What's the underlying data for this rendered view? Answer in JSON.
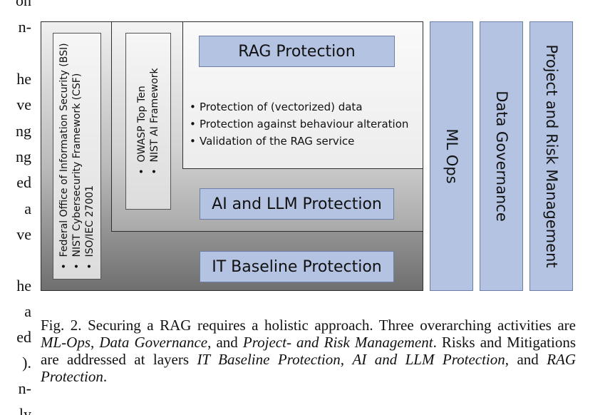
{
  "left_fragments": [
    "on",
    "n-",
    "he",
    "ve",
    "ng",
    "ng",
    "ed",
    "a",
    "ve",
    "he",
    "a",
    "ed",
    ").",
    "n-",
    "ly"
  ],
  "layers": {
    "it_baseline": {
      "label": "IT Baseline Protection"
    },
    "ai_llm": {
      "label": "AI and LLM Protection"
    },
    "rag": {
      "label": "RAG Protection"
    }
  },
  "standards_outer": [
    "Federal Office of Information Security (BSI)",
    "NIST Cybersecurity Framework (CSF)",
    "ISO/IEC 27001"
  ],
  "standards_mid": [
    "OWASP Top Ten",
    "NIST AI Framework"
  ],
  "rag_bullets": [
    "Protection of (vectorized) data",
    "Protection against behaviour alteration",
    "Validation of the RAG service"
  ],
  "activities": [
    "ML Ops",
    "Data Governance",
    "Project and Risk Management"
  ],
  "caption": {
    "p1": "Fig. 2.   Securing a RAG requires a holistic approach. Three overarching activities are ",
    "i1": "ML-Ops",
    "p2": ", ",
    "i2": "Data Governance",
    "p3": ", and ",
    "i3": "Project- and Risk Management",
    "p4": ". Risks and Mitigations are addressed at layers ",
    "i4": "IT Baseline Protection",
    "p5": ", ",
    "i5": "AI and LLM Protection",
    "p6": ", and ",
    "i6": "RAG Protection",
    "p7": "."
  },
  "colors": {
    "blue_fill": "#b4c3e2",
    "blue_border": "#6d7fa6"
  }
}
